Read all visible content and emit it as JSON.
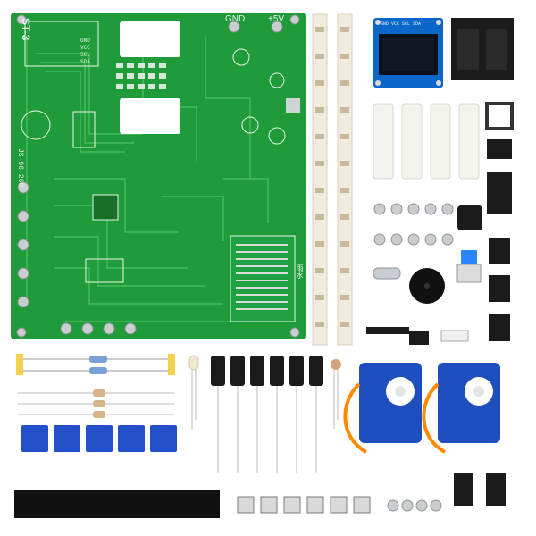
{
  "board": {
    "title": "ST-3",
    "model": "JS-96-260",
    "conn_labels": [
      "GND",
      "+5V"
    ],
    "header_pins": [
      "GND",
      "VCC",
      "SCL",
      "SDA"
    ],
    "water_sensor_label": "雨水"
  },
  "oled": {
    "pins": "GND VCC SCL SDA"
  },
  "colors": {
    "pcb": "#1f9b3a",
    "pcb_trace": "#57c46b",
    "silkscreen": "#e9f4ea",
    "pad": "#cfd4d6",
    "servo_blue": "#1f4fbf",
    "trimpot_blue": "#2350c8",
    "capacitor": "#1a1a1a",
    "oled_blue": "#0a66c8",
    "oled_screen": "#0b0f1a"
  },
  "items": [
    "pcb-board",
    "smd-reel-strips",
    "oled-module",
    "ic-chips",
    "nylon-standoffs",
    "ic-socket",
    "screws",
    "push-button",
    "buzzer",
    "pin-header",
    "crystal",
    "resistors",
    "led",
    "electrolytic-capacitors",
    "photoresistor",
    "trimpots",
    "tactile-switches",
    "sg90-servos",
    "smd-strip"
  ]
}
